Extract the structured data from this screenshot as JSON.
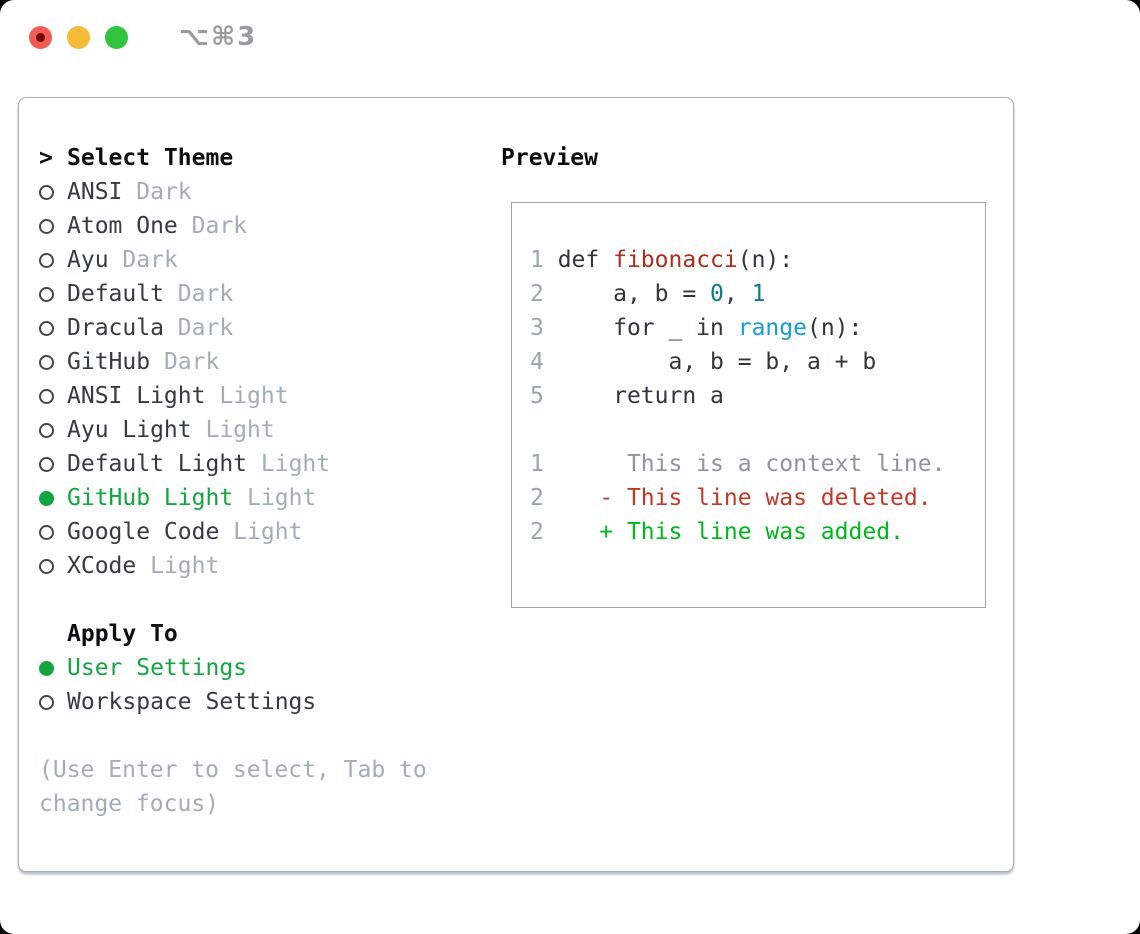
{
  "colors": {
    "selection_green": "#11a63f",
    "added_green": "#00b81b",
    "deleted_red": "#c23a27",
    "function_red": "#ab2e1f",
    "number_teal": "#0d7d84",
    "builtin_blue": "#169bd7",
    "code_dark": "#2f363d",
    "item_dark": "#343b42",
    "muted_gray": "#a3adb8",
    "lineno_gray": "#9aa5b1",
    "context_gray": "#8e969d",
    "border_gray": "#a6adb6",
    "title_gray": "#9a9aa0",
    "light_red": "#f25c54",
    "light_yellow": "#f5bb38",
    "light_green": "#31c43f"
  },
  "window": {
    "title": "⌥⌘3"
  },
  "theme_picker": {
    "header": {
      "cursor": ">",
      "label": "Select Theme"
    },
    "items": [
      {
        "name": "ANSI",
        "variant": "Dark",
        "selected": false
      },
      {
        "name": "Atom One",
        "variant": "Dark",
        "selected": false
      },
      {
        "name": "Ayu",
        "variant": "Dark",
        "selected": false
      },
      {
        "name": "Default",
        "variant": "Dark",
        "selected": false
      },
      {
        "name": "Dracula",
        "variant": "Dark",
        "selected": false
      },
      {
        "name": "GitHub",
        "variant": "Dark",
        "selected": false
      },
      {
        "name": "ANSI Light",
        "variant": "Light",
        "selected": false
      },
      {
        "name": "Ayu Light",
        "variant": "Light",
        "selected": false
      },
      {
        "name": "Default Light",
        "variant": "Light",
        "selected": false
      },
      {
        "name": "GitHub Light",
        "variant": "Light",
        "selected": true
      },
      {
        "name": "Google Code",
        "variant": "Light",
        "selected": false
      },
      {
        "name": "XCode",
        "variant": "Light",
        "selected": false
      }
    ],
    "apply_to": {
      "label": "Apply To",
      "options": [
        {
          "name": "User Settings",
          "selected": true
        },
        {
          "name": "Workspace Settings",
          "selected": false
        }
      ]
    },
    "hint_lines": [
      "(Use Enter to select, Tab to",
      "change focus)"
    ]
  },
  "preview": {
    "label": "Preview",
    "lines": [
      {
        "num": "1",
        "tokens": [
          {
            "text": " def ",
            "cls": "code"
          },
          {
            "text": "fibonacci",
            "cls": "func"
          },
          {
            "text": "(n):",
            "cls": "code"
          }
        ]
      },
      {
        "num": "2",
        "tokens": [
          {
            "text": "     a, b = ",
            "cls": "code"
          },
          {
            "text": "0",
            "cls": "num"
          },
          {
            "text": ", ",
            "cls": "code"
          },
          {
            "text": "1",
            "cls": "num"
          }
        ]
      },
      {
        "num": "3",
        "tokens": [
          {
            "text": "     for _ in ",
            "cls": "code"
          },
          {
            "text": "range",
            "cls": "builtin"
          },
          {
            "text": "(n):",
            "cls": "code"
          }
        ]
      },
      {
        "num": "4",
        "tokens": [
          {
            "text": "         a, b = b, a + b",
            "cls": "code"
          }
        ]
      },
      {
        "num": "5",
        "tokens": [
          {
            "text": "     return a",
            "cls": "code"
          }
        ]
      },
      {
        "num": "",
        "tokens": []
      },
      {
        "num": "1",
        "tokens": [
          {
            "text": "      This is a context line.",
            "cls": "context"
          }
        ]
      },
      {
        "num": "2",
        "tokens": [
          {
            "text": "    - This line was deleted.",
            "cls": "deleted"
          }
        ]
      },
      {
        "num": "2",
        "tokens": [
          {
            "text": "    + This line was added.",
            "cls": "added"
          }
        ]
      }
    ]
  }
}
